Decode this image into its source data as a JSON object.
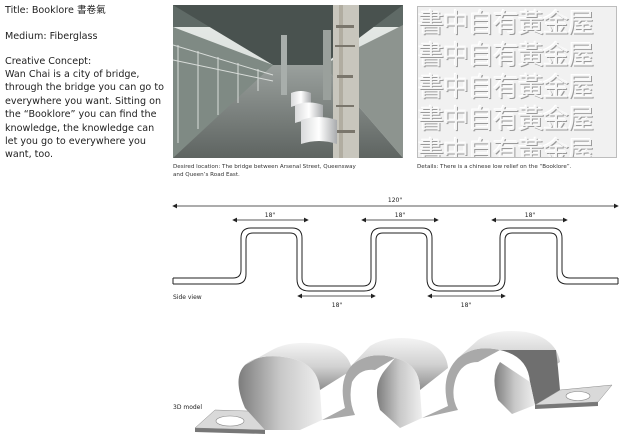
{
  "intro": {
    "title": "Title: Booklore 書卷氣",
    "medium": "Medium: Fiberglass",
    "concept_heading": "Creative Concept:",
    "concept_lines": [
      "Wan Chai is a city of bridge,",
      "through the bridge you can go to",
      "everywhere you want. Sitting on",
      "the “Booklore” you can find the",
      "knowledge, the knowledge can",
      "let you go to everywhere you",
      "want, too."
    ]
  },
  "photo": {
    "caption_lines": [
      "Desired location: The bridge between Arsenal Street, Queensway",
      "and Queen’s Road East."
    ]
  },
  "detail": {
    "relief_chars": "書中自有黃金屋",
    "caption": "Details: There is a chinese low relief on the “Booklore”."
  },
  "drawing": {
    "overall_dim": "120\"",
    "top_dims": [
      "18\"",
      "18\"",
      "18\""
    ],
    "bottom_dims": [
      "18\"",
      "18\""
    ],
    "side_label": "Side view"
  },
  "model": {
    "label": "3D model"
  }
}
